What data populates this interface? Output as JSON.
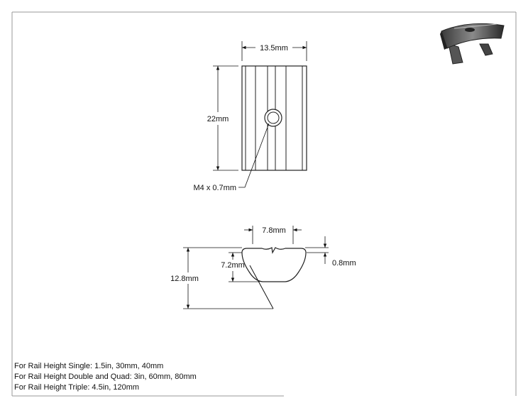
{
  "dimensions": {
    "top_width": "13.5mm",
    "top_height": "22mm",
    "thread": "M4 x 0.7mm",
    "side_width": "7.8mm",
    "side_inner_height": "7.2mm",
    "side_total_height": "12.8mm",
    "lip_height": "0.8mm"
  },
  "notes": [
    "For Rail Height Single: 1.5in, 30mm, 40mm",
    "For Rail Height Double and Quad: 3in, 60mm, 80mm",
    "For Rail Height Triple: 4.5in, 120mm"
  ]
}
